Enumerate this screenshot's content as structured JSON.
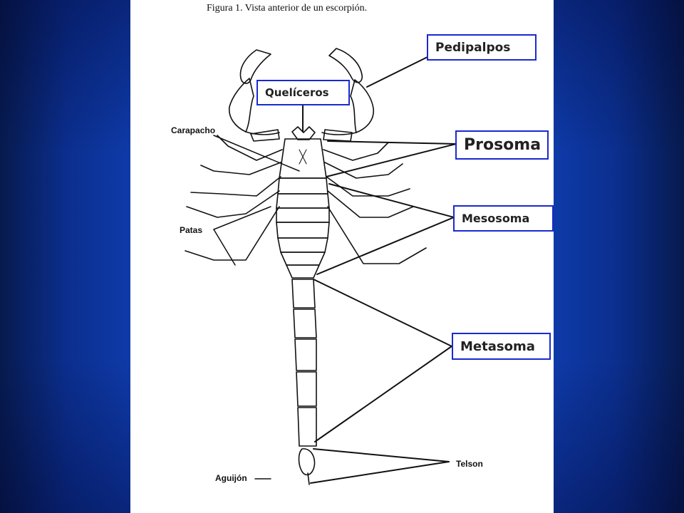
{
  "figure": {
    "title": "Figura 1. Vista anterior de un escorpión."
  },
  "labels": {
    "pedipalpos": "Pedipalpos",
    "queliceros": "Quelíceros",
    "prosoma": "Prosoma",
    "mesosoma": "Mesosoma",
    "metasoma": "Metasoma"
  },
  "handwritten": {
    "carapacho": "Carapacho",
    "patas": "Patas",
    "telson": "Telson",
    "aguijon": "Aguijón"
  },
  "colors": {
    "background": "#0e3aa8",
    "box_border": "#1a2ad0"
  }
}
